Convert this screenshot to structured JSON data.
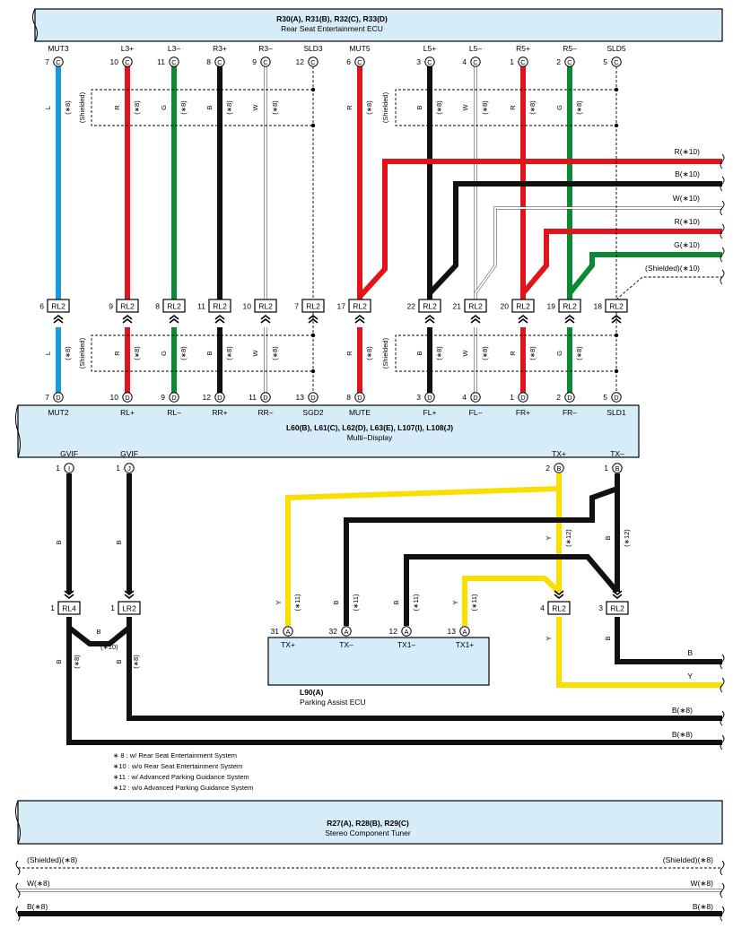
{
  "colors": {
    "L": "#1a9ad8",
    "R": "#e3131b",
    "G": "#0a8a32",
    "B": "#111111",
    "Y": "#f9df00",
    "W": "#ffffff",
    "box_fill": "#d6ecf8"
  },
  "shielded_word": "(Shielded)",
  "shield_code": "(∗8)",
  "code8": "(∗8)",
  "code10": "(∗10)",
  "code11": "(∗11)",
  "code12": "(∗12)",
  "relay_label": "RL2",
  "rear_ecu": {
    "codes": "R30(A), R31(B), R32(C), R33(D)",
    "name": "Rear Seat Entertainment ECU"
  },
  "multi_display": {
    "codes": "L60(B), L61(C), L62(D), L63(E), L107(I), L108(J)",
    "name": "Multi–Display"
  },
  "parking_ecu": {
    "codes": "L90(A)",
    "name": "Parking Assist ECU"
  },
  "stereo_tuner": {
    "codes": "R27(A), R28(B), R29(C)",
    "name": "Stereo Component Tuner"
  },
  "rear_ecu_pins": [
    {
      "name": "MUT3",
      "pin": "7",
      "conn": "C"
    },
    {
      "name": "L3+",
      "pin": "10",
      "conn": "C"
    },
    {
      "name": "L3–",
      "pin": "11",
      "conn": "C"
    },
    {
      "name": "R3+",
      "pin": "8",
      "conn": "C"
    },
    {
      "name": "R3–",
      "pin": "9",
      "conn": "C"
    },
    {
      "name": "SLD3",
      "pin": "12",
      "conn": "C"
    },
    {
      "name": "MUT5",
      "pin": "6",
      "conn": "C"
    },
    {
      "name": "L5+",
      "pin": "3",
      "conn": "C"
    },
    {
      "name": "L5–",
      "pin": "4",
      "conn": "C"
    },
    {
      "name": "R5+",
      "pin": "1",
      "conn": "C"
    },
    {
      "name": "R5–",
      "pin": "2",
      "conn": "C"
    },
    {
      "name": "SLD5",
      "pin": "5",
      "conn": "C"
    }
  ],
  "relay_row_1": [
    {
      "pin": "6",
      "label": "RL2"
    },
    {
      "pin": "9",
      "label": "RL2"
    },
    {
      "pin": "8",
      "label": "RL2"
    },
    {
      "pin": "11",
      "label": "RL2"
    },
    {
      "pin": "10",
      "label": "RL2"
    },
    {
      "pin": "7",
      "label": "RL2"
    },
    {
      "pin": "17",
      "label": "RL2"
    },
    {
      "pin": "22",
      "label": "RL2"
    },
    {
      "pin": "21",
      "label": "RL2"
    },
    {
      "pin": "20",
      "label": "RL2"
    },
    {
      "pin": "19",
      "label": "RL2"
    },
    {
      "pin": "18",
      "label": "RL2"
    }
  ],
  "upper_wire_colors": [
    "L",
    "R",
    "G",
    "B",
    "W",
    "",
    "R",
    "B",
    "W",
    "R",
    "G",
    ""
  ],
  "lower_wire_colors": [
    "L",
    "R",
    "G",
    "B",
    "W",
    "",
    "R",
    "B",
    "W",
    "R",
    "G",
    ""
  ],
  "multi_display_top_pins": [
    {
      "name": "MUT2",
      "pin": "7",
      "conn": "D"
    },
    {
      "name": "RL+",
      "pin": "10",
      "conn": "D"
    },
    {
      "name": "RL–",
      "pin": "9",
      "conn": "D"
    },
    {
      "name": "RR+",
      "pin": "12",
      "conn": "D"
    },
    {
      "name": "RR–",
      "pin": "11",
      "conn": "D"
    },
    {
      "name": "SGD2",
      "pin": "13",
      "conn": "D"
    },
    {
      "name": "MUTE",
      "pin": "8",
      "conn": "D"
    },
    {
      "name": "FL+",
      "pin": "3",
      "conn": "D"
    },
    {
      "name": "FL–",
      "pin": "4",
      "conn": "D"
    },
    {
      "name": "FR+",
      "pin": "1",
      "conn": "D"
    },
    {
      "name": "FR–",
      "pin": "2",
      "conn": "D"
    },
    {
      "name": "SLD1",
      "pin": "5",
      "conn": "D"
    }
  ],
  "right_wires_top": [
    {
      "label": "R(∗10)"
    },
    {
      "label": "B(∗10)"
    },
    {
      "label": "W(∗10)"
    },
    {
      "label": "R(∗10)"
    },
    {
      "label": "G(∗10)"
    },
    {
      "label": "(Shielded)(∗10)"
    }
  ],
  "multi_display_bottom_pins": [
    {
      "name": "GVIF",
      "pin": "1",
      "conn": "I"
    },
    {
      "name": "GVIF",
      "pin": "1",
      "conn": "J"
    },
    {
      "name": "TX+",
      "pin": "2",
      "conn": "B"
    },
    {
      "name": "TX–",
      "pin": "1",
      "conn": "B"
    }
  ],
  "lower_relays": [
    {
      "pin": "1",
      "label": "RL4"
    },
    {
      "pin": "1",
      "label": "LR2"
    },
    {
      "pin": "4",
      "label": "RL2"
    },
    {
      "pin": "3",
      "label": "RL2"
    }
  ],
  "parking_pins": [
    {
      "name": "TX+",
      "pin": "31",
      "conn": "A"
    },
    {
      "name": "TX–",
      "pin": "32",
      "conn": "A"
    },
    {
      "name": "TX1–",
      "pin": "12",
      "conn": "A"
    },
    {
      "name": "TX1+",
      "pin": "13",
      "conn": "A"
    }
  ],
  "mid_wire_labels": {
    "gvif_i": "B",
    "gvif_j": "B",
    "b_link": "B",
    "y_txp": "Y",
    "b_txm": "B",
    "b_tx1m": "B",
    "y_tx1p": "Y",
    "y_tx_plus": "Y",
    "b_tx_minus": "B",
    "y_relay4": "Y",
    "b_relay3": "B",
    "rl4_down": "B",
    "lr2_down": "B"
  },
  "right_wires_mid": [
    {
      "label": "B"
    },
    {
      "label": "Y"
    },
    {
      "label": "B(∗8)"
    },
    {
      "label": "B(∗8)"
    }
  ],
  "footnotes": [
    "∗ 8 : w/ Rear Seat Entertainment System",
    "∗10 : w/o Rear Seat Entertainment System",
    "∗11 : w/ Advanced Parking Guidance System",
    "∗12 : w/o Advanced Parking Guidance System"
  ],
  "stereo_wires": [
    {
      "label": "(Shielded)(∗8)"
    },
    {
      "label": "W(∗8)"
    },
    {
      "label": "B(∗8)"
    }
  ]
}
